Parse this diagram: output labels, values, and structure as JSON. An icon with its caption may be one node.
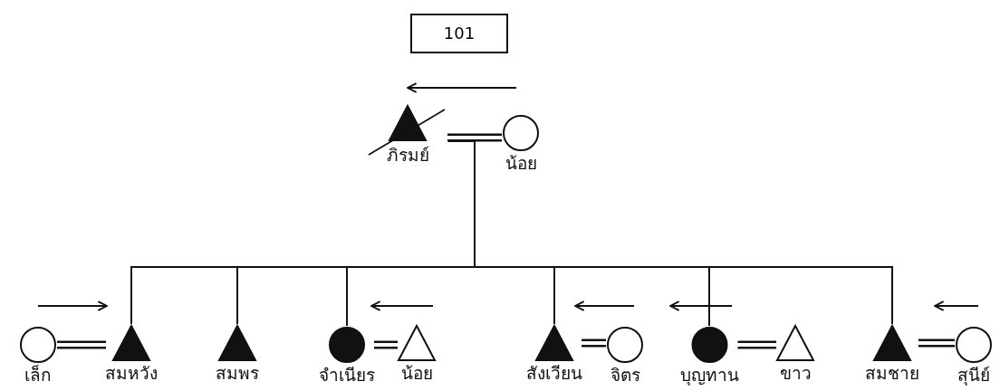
{
  "diagram": {
    "nodes": [
      {
        "text": [
          "101"
        ]
      },
      {
        "text": [
          "ภิรมย์"
        ]
      },
      {
        "text": [
          "น้อย"
        ]
      },
      {
        "text": [
          "เล็ก"
        ]
      },
      {
        "text": [
          "สมหวัง"
        ]
      },
      {
        "text": [
          "สมพร"
        ]
      },
      {
        "text": [
          "จำเนียร"
        ]
      },
      {
        "text": [
          "น้อย"
        ]
      },
      {
        "text": [
          "สังเวียน"
        ]
      },
      {
        "text": [
          "จิตร"
        ]
      },
      {
        "text": [
          "บุญทาน"
        ]
      },
      {
        "text": [
          "ขาว"
        ]
      },
      {
        "text": [
          "สมชาย"
        ]
      },
      {
        "text": [
          "สุนีย์"
        ]
      }
    ],
    "edges": [
      {
        "from": 1,
        "to": 2,
        "arrow": "none"
      },
      {
        "from": 3,
        "to": 4,
        "arrow": "none"
      },
      {
        "from": 6,
        "to": 7,
        "arrow": "none"
      },
      {
        "from": 8,
        "to": 9,
        "arrow": "none"
      },
      {
        "from": 10,
        "to": 11,
        "arrow": "none"
      },
      {
        "from": 12,
        "to": 13,
        "arrow": "none"
      },
      {
        "from": 1,
        "to": 4,
        "arrow": "none"
      },
      {
        "from": 1,
        "to": 5,
        "arrow": "none"
      },
      {
        "from": 1,
        "to": 6,
        "arrow": "none"
      },
      {
        "from": 1,
        "to": 8,
        "arrow": "none"
      },
      {
        "from": 1,
        "to": 10,
        "arrow": "none"
      },
      {
        "from": 1,
        "to": 12,
        "arrow": "none"
      }
    ]
  }
}
